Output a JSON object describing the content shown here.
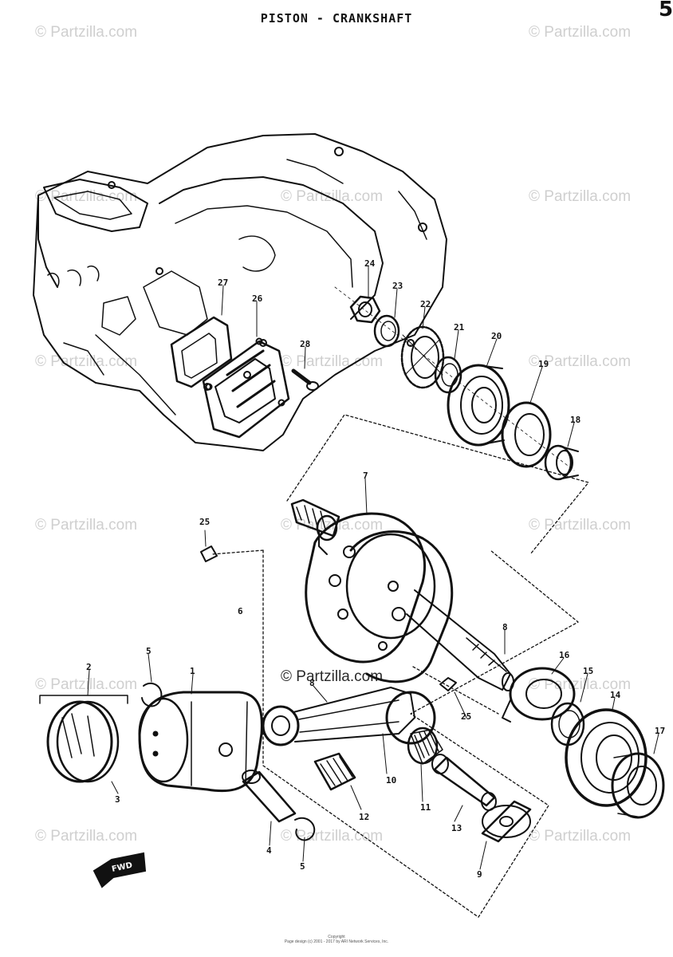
{
  "title": "PISTON - CRANKSHAFT",
  "page_marker": "5",
  "watermark": "© Partzilla.com",
  "front_arrow_label": "FWD",
  "callouts": {
    "c1": "1",
    "c2": "2",
    "c3": "3",
    "c4": "4",
    "c5a": "5",
    "c5b": "5",
    "c6": "6",
    "c7": "7",
    "c8a": "8",
    "c8b": "8",
    "c9": "9",
    "c10": "10",
    "c11": "11",
    "c12": "12",
    "c13": "13",
    "c14": "14",
    "c15": "15",
    "c16": "16",
    "c17": "17",
    "c18": "18",
    "c19": "19",
    "c20": "20",
    "c21": "21",
    "c22": "22",
    "c23": "23",
    "c24": "24",
    "c25a": "25",
    "c25b": "25",
    "c26": "26",
    "c27": "27",
    "c28": "28"
  },
  "copyright_line1": "Copyright",
  "copyright_line2": "Page design (c) 2001 - 2017 by ARI Network Services, Inc."
}
